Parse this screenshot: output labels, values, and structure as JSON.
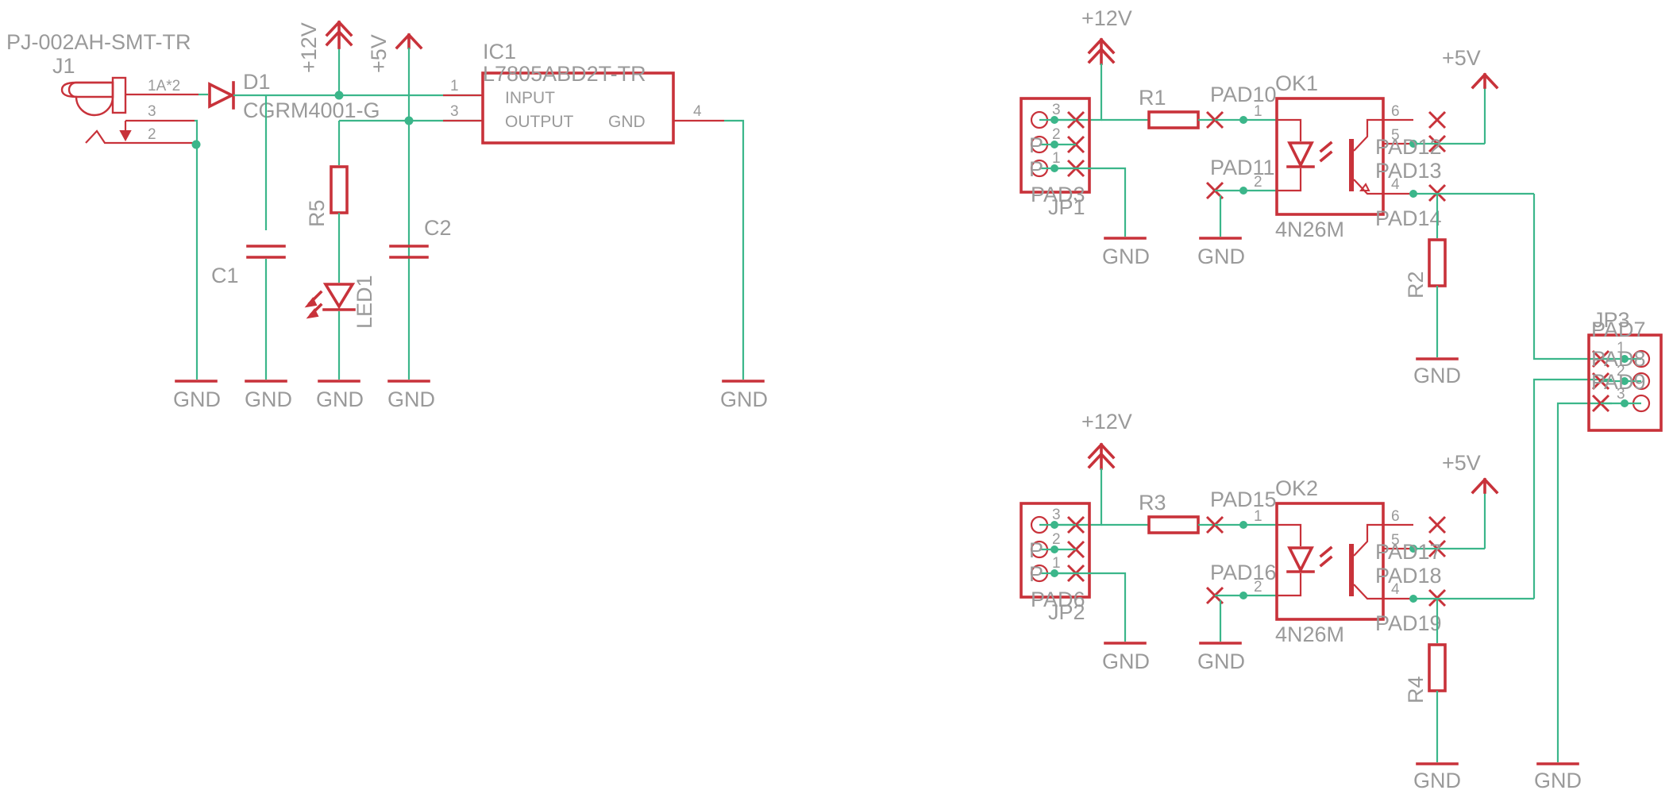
{
  "power": {
    "jack": {
      "ref": "J1",
      "value": "PJ-002AH-SMT-TR",
      "pins": [
        "1A*2",
        "3",
        "2"
      ]
    },
    "diode": {
      "ref": "D1",
      "value": "CGRM4001-G"
    },
    "regulator": {
      "ref": "IC1",
      "value": "L7805ABD2T-TR",
      "pin_labels": [
        "INPUT",
        "OUTPUT",
        "GND"
      ],
      "pins": [
        "1",
        "3",
        "4"
      ]
    },
    "c1": "C1",
    "c2": "C2",
    "r5": "R5",
    "led": "LED1",
    "supply_12v": "+12V",
    "supply_5v": "+5V",
    "gnd": "GND"
  },
  "channels": [
    {
      "supply_12v": "+12V",
      "supply_5v": "+5V",
      "gnd": "GND",
      "connector": {
        "ref": "JP1",
        "pad_label": "PAD3",
        "pins": [
          "3",
          "2",
          "1"
        ],
        "pad_rows": [
          "P",
          "P",
          "P"
        ]
      },
      "resistor": "R1",
      "pad_in_1": "PAD10",
      "pad_in_2": "PAD11",
      "opto": {
        "ref": "OK1",
        "value": "4N26M",
        "pins": [
          "1",
          "2",
          "6",
          "5",
          "4"
        ]
      },
      "pad_out_5": "PAD12",
      "pad_out_4a": "PAD13",
      "pad_out_4b": "PAD14",
      "pulldown": "R2"
    },
    {
      "supply_12v": "+12V",
      "supply_5v": "+5V",
      "gnd": "GND",
      "connector": {
        "ref": "JP2",
        "pad_label": "PAD6",
        "pins": [
          "3",
          "2",
          "1"
        ],
        "pad_rows": [
          "P",
          "P",
          "P"
        ]
      },
      "resistor": "R3",
      "pad_in_1": "PAD15",
      "pad_in_2": "PAD16",
      "opto": {
        "ref": "OK2",
        "value": "4N26M",
        "pins": [
          "1",
          "2",
          "6",
          "5",
          "4"
        ]
      },
      "pad_out_5": "PAD17",
      "pad_out_4a": "PAD18",
      "pad_out_4b": "PAD19",
      "pulldown": "R4"
    }
  ],
  "output": {
    "connector": {
      "ref": "JP3",
      "pads": [
        "PAD7",
        "PAD8",
        "PAD9"
      ],
      "pins": [
        "1",
        "2",
        "3"
      ]
    },
    "gnd": "GND"
  }
}
